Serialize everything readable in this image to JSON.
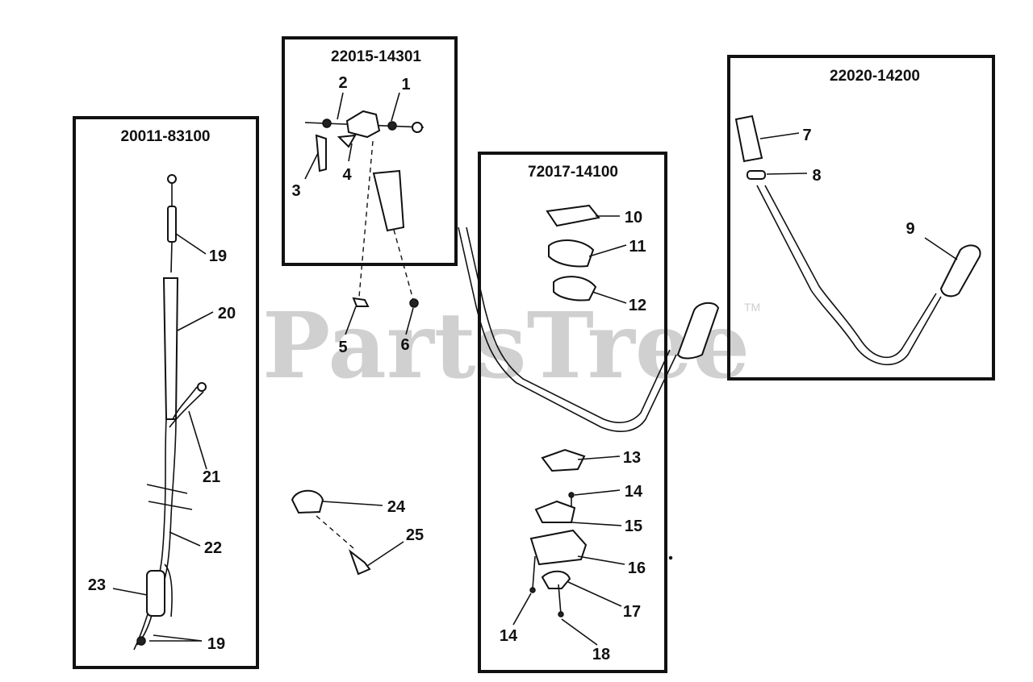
{
  "watermark": {
    "text": "PartsTree",
    "trademark": "TM"
  },
  "assemblies": [
    {
      "id": "box-20011",
      "title": "20011-83100"
    },
    {
      "id": "box-22015",
      "title": "22015-14301"
    },
    {
      "id": "box-72017",
      "title": "72017-14100"
    },
    {
      "id": "box-22020",
      "title": "22020-14200"
    }
  ],
  "callouts": [
    "1",
    "2",
    "3",
    "4",
    "5",
    "6",
    "7",
    "8",
    "9",
    "10",
    "11",
    "12",
    "13",
    "14",
    "15",
    "16",
    "17",
    "18",
    "19",
    "20",
    "21",
    "22",
    "23",
    "24",
    "25",
    "14",
    "19"
  ]
}
